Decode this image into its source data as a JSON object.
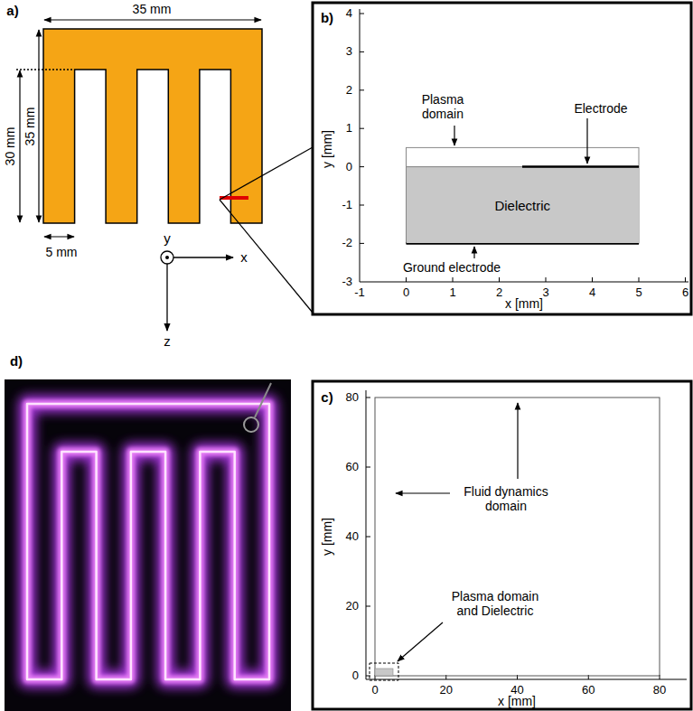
{
  "diagram": {
    "nodes": [
      {
        "text": [
          "Dielectric"
        ]
      }
    ],
    "labels": [
      "a)",
      "35 mm",
      "30 mm",
      "35 mm",
      "5 mm",
      "y",
      "x",
      "z",
      "b)",
      "4",
      "3",
      "2",
      "1",
      "0",
      "-1",
      "-2",
      "-3",
      "y [mm]",
      "-1",
      "0",
      "1",
      "2",
      "3",
      "4",
      "5",
      "6",
      "x [mm]",
      "Plasma domain",
      "Electrode",
      "Ground electrode",
      "d)",
      "c)",
      "80",
      "60",
      "40",
      "20",
      "0",
      "y [mm]",
      "0",
      "20",
      "40",
      "60",
      "80",
      "x [mm]",
      "Fluid dynamics domain",
      "Plasma domain and Dielectric"
    ]
  }
}
